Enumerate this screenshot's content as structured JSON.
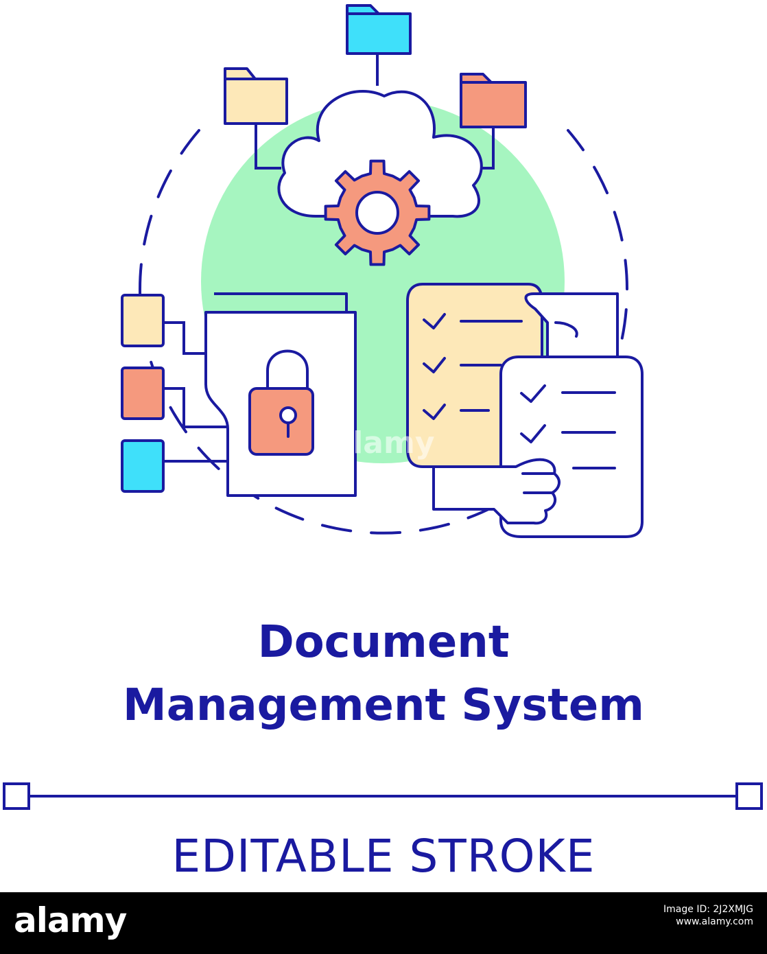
{
  "title": {
    "line1": "Document",
    "line2": "Management System"
  },
  "subtitle": "EDITABLE STROKE",
  "watermark": "alamy",
  "footer": {
    "brand": "alamy",
    "image_id_label": "Image ID: 2J2XMJG",
    "site": "www.alamy.com"
  },
  "colors": {
    "stroke": "#1a1aa0",
    "accent_green": "#a6f5c0",
    "folder_blue": "#3fe0fa",
    "folder_cream": "#fde8b8",
    "folder_salmon": "#f5997e",
    "footer_bg": "#000000"
  },
  "icons": [
    "folder-icon",
    "cloud-icon",
    "gear-icon",
    "padlock-icon",
    "checklist-icon",
    "hand-icon"
  ]
}
